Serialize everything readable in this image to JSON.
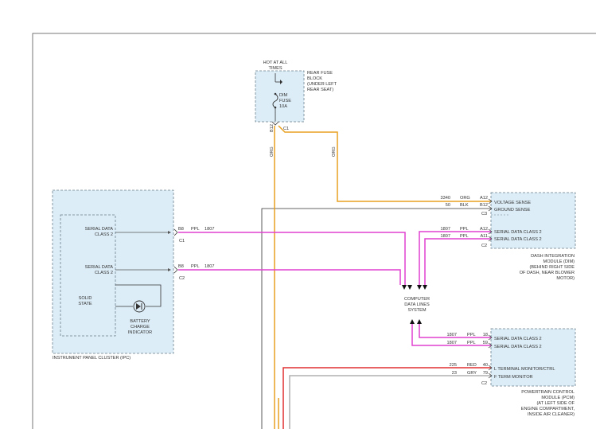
{
  "fuse_block": {
    "hot_line1": "HOT AT ALL",
    "hot_line2": "TIMES",
    "name_line1": "REAR FUSE",
    "name_line2": "BLOCK",
    "name_line3": "(UNDER LEFT",
    "name_line4": "REAR SEAT)",
    "fuse_line1": "DIM",
    "fuse_line2": "FUSE",
    "fuse_line3": "10A",
    "pin_b12": "B12",
    "conn_c1": "C1",
    "wire_color_left": "ORG",
    "wire_color_right": "ORG"
  },
  "ipc": {
    "label": "INSTRUMENT PANEL CLUSTER (IPC)",
    "serial1_line1": "SERIAL DATA",
    "serial1_line2": "CLASS 2",
    "serial2_line1": "SERIAL DATA",
    "serial2_line2": "CLASS 2",
    "solid_line1": "SOLID",
    "solid_line2": "STATE",
    "battery_line1": "BATTERY",
    "battery_line2": "CHARGE",
    "battery_line3": "INDICATOR",
    "wire1": {
      "pin": "B8",
      "color": "PPL",
      "circuit": "1807",
      "conn": "C1"
    },
    "wire2": {
      "pin": "B8",
      "color": "PPL",
      "circuit": "1807",
      "conn": "C2"
    }
  },
  "dim": {
    "wires": [
      {
        "circuit": "3340",
        "color": "ORG",
        "pin": "A12",
        "label": "VOLTAGE SENSE"
      },
      {
        "circuit": "50",
        "color": "BLK",
        "pin": "B12",
        "label": "GROUND SENSE"
      },
      {
        "circuit": "1807",
        "color": "PPL",
        "pin": "A12",
        "label": "SERIAL DATA CLASS 2"
      },
      {
        "circuit": "1807",
        "color": "PPL",
        "pin": "A11",
        "label": "SERIAL DATA CLASS 2"
      }
    ],
    "conn_c3": "C3",
    "conn_c2": "C2",
    "name_line1": "DASH INTEGRATION",
    "name_line2": "MODULE (DIM)",
    "name_line3": "(BEHIND RIGHT SIDE",
    "name_line4": "OF DASH, NEAR BLOWER",
    "name_line5": "MOTOR)"
  },
  "data_lines": {
    "line1": "COMPUTER",
    "line2": "DATA LINES",
    "line3": "SYSTEM"
  },
  "pcm": {
    "wires": [
      {
        "circuit": "1807",
        "color": "PPL",
        "pin": "18",
        "label": "SERIAL DATA CLASS 2"
      },
      {
        "circuit": "1807",
        "color": "PPL",
        "pin": "59",
        "label": "SERIAL DATA CLASS 2"
      },
      {
        "circuit": "225",
        "color": "RED",
        "pin": "40",
        "label": "L TERMINAL MONITOR/CTRL"
      },
      {
        "circuit": "23",
        "color": "GRY",
        "pin": "79",
        "label": "F TERM MONITOR"
      }
    ],
    "conn_c2": "C2",
    "name_line1": "POWERTRAIN CONTROL",
    "name_line2": "MODULE (PCM)",
    "name_line3": "(AT LEFT SIDE OF",
    "name_line4": "ENGINE COMPARTMENT,",
    "name_line5": "INSIDE AIR CLEANER)"
  },
  "colors": {
    "ppl": "#e040d0",
    "org": "#e8a020",
    "red": "#e03030",
    "gry": "#b0b0b0",
    "blk": "#333333",
    "box_fill": "#dcedf7"
  }
}
